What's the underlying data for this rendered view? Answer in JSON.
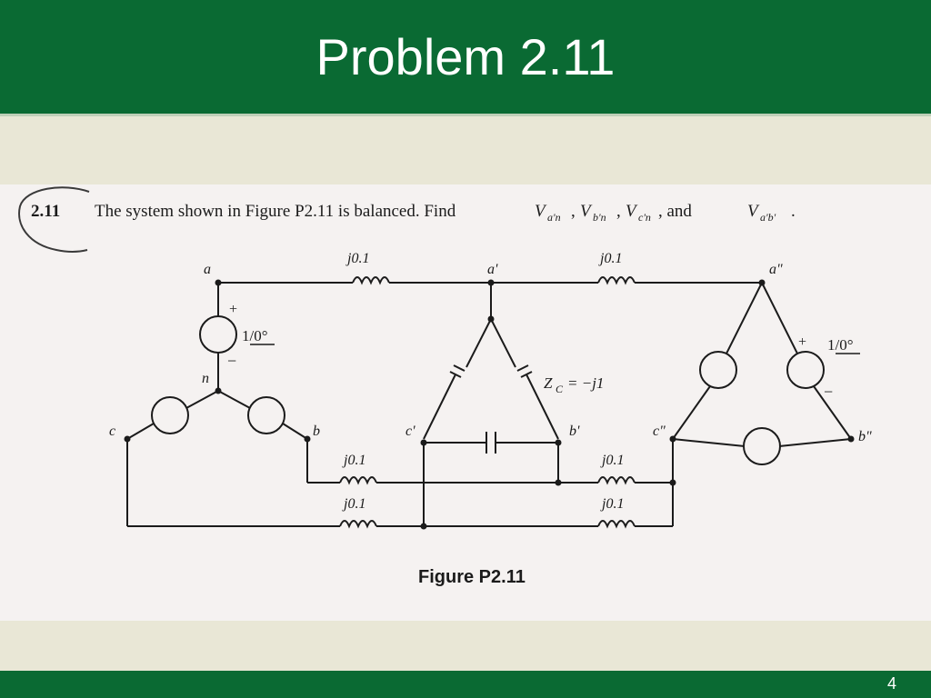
{
  "slide": {
    "title": "Problem 2.11",
    "page_number": "4"
  },
  "problem": {
    "number": "2.11",
    "stem": "The system shown in Figure P2.11 is balanced.  Find",
    "find_1": "V",
    "find_1_sub": "a'n",
    "find_2": "V",
    "find_2_sub": "b'n",
    "find_3": "V",
    "find_3_sub": "c'n",
    "and_text": ", and",
    "find_4": "V",
    "find_4_sub": "a'b'",
    "caption": "Figure P2.11"
  },
  "circuit": {
    "nodes": {
      "a": "a",
      "a_prime": "a'",
      "a_dprime": "a\"",
      "n": "n",
      "b": "b",
      "c": "c",
      "b_prime": "b'",
      "c_prime": "c'",
      "b_dprime": "b\"",
      "c_dprime": "c\""
    },
    "line_impedance": "j0.1",
    "source_left": "1/0°",
    "source_right": "1/0°",
    "capacitor_impedance": "Z",
    "capacitor_impedance_sub": "C",
    "capacitor_impedance_value": "= −j1",
    "plus": "+",
    "minus": "−"
  }
}
